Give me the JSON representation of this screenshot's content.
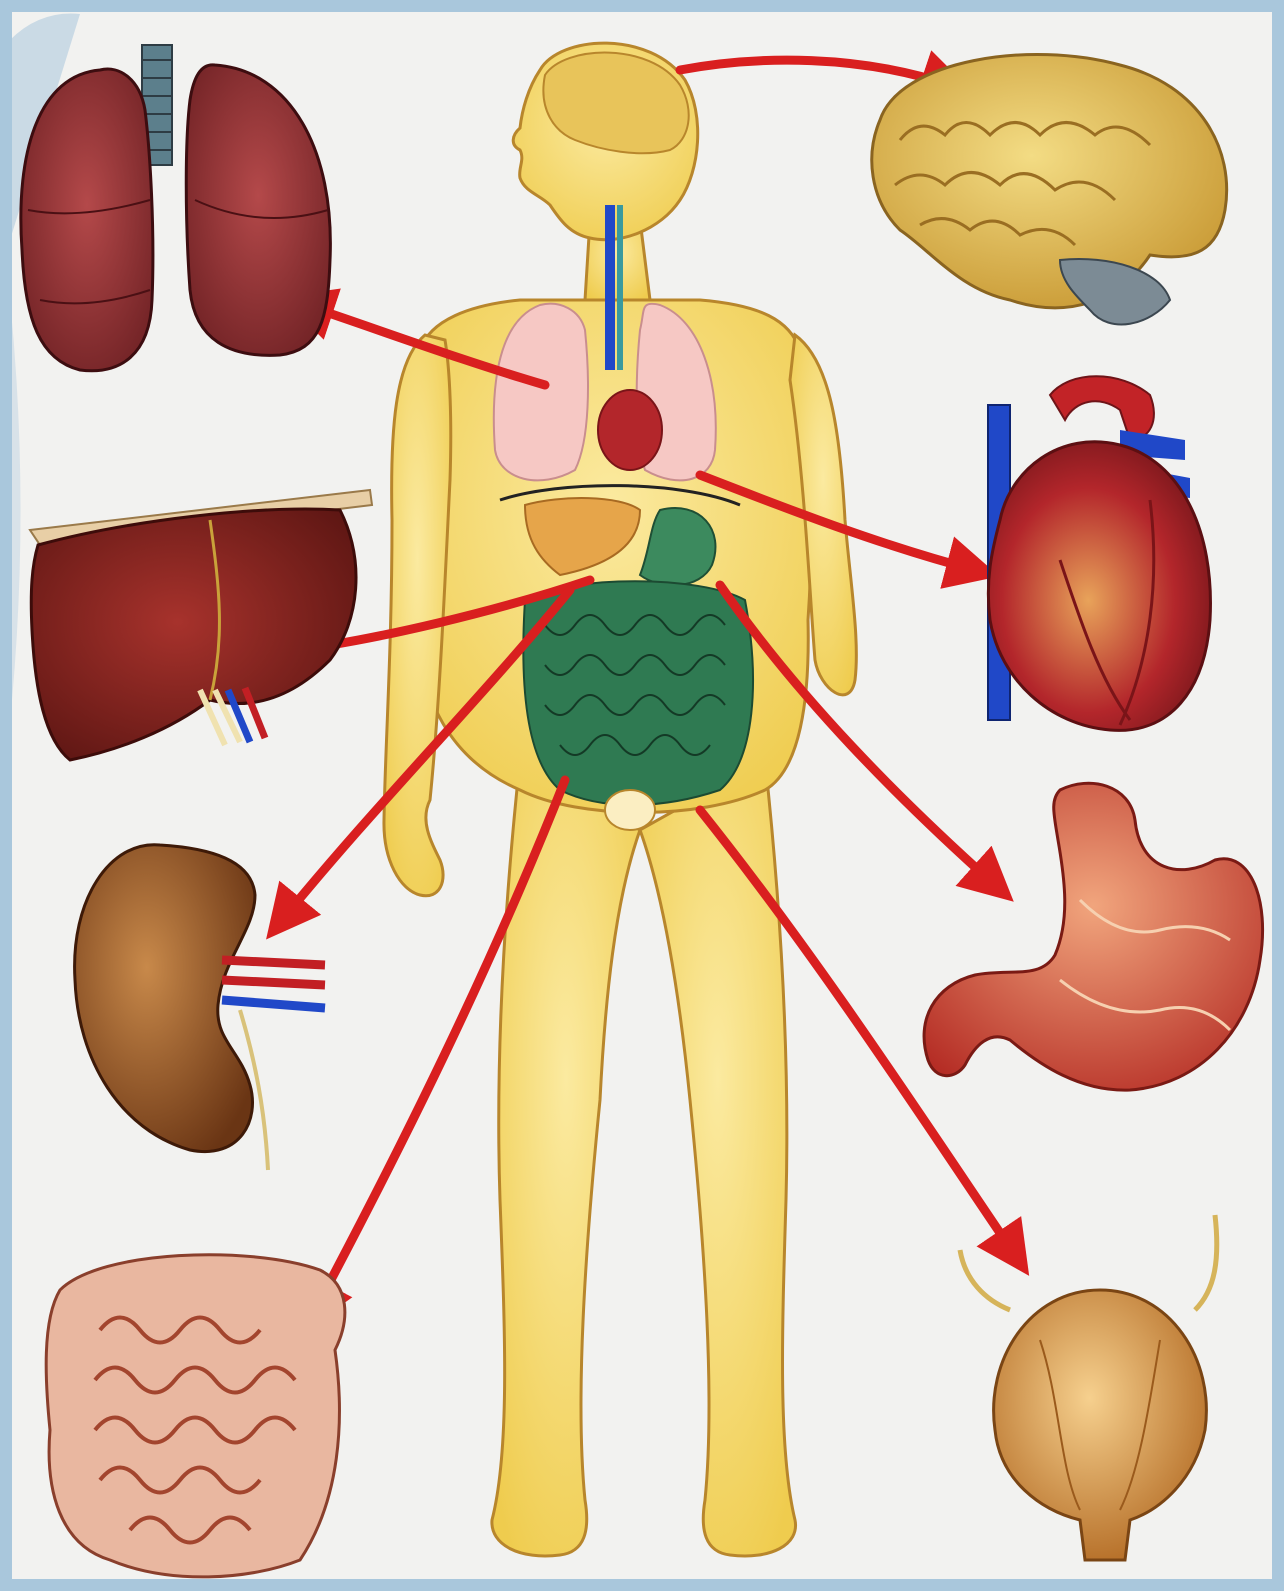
{
  "colors": {
    "background": "#f2f2f0",
    "frame": "#a9c7dc",
    "skin": "#f6dc6a",
    "skin_outline": "#b8862c",
    "arrow": "#d91f1f",
    "lung": "#8b2a2a",
    "brain": "#e8c45a",
    "heart": "#b3262b",
    "liver": "#7a1f1c",
    "stomach": "#cc4a3a",
    "kidney": "#8a4b22",
    "intestine": "#e9b7a0",
    "bladder": "#c98a3b",
    "intestine_body": "#2f7a52",
    "vein": "#2048c8"
  },
  "organs": [
    {
      "name": "lungs",
      "icon": "lungs-icon"
    },
    {
      "name": "brain",
      "icon": "brain-icon"
    },
    {
      "name": "heart",
      "icon": "heart-icon"
    },
    {
      "name": "liver",
      "icon": "liver-icon"
    },
    {
      "name": "stomach",
      "icon": "stomach-icon"
    },
    {
      "name": "kidney",
      "icon": "kidney-icon"
    },
    {
      "name": "intestines",
      "icon": "intestines-icon"
    },
    {
      "name": "bladder",
      "icon": "bladder-icon"
    }
  ]
}
